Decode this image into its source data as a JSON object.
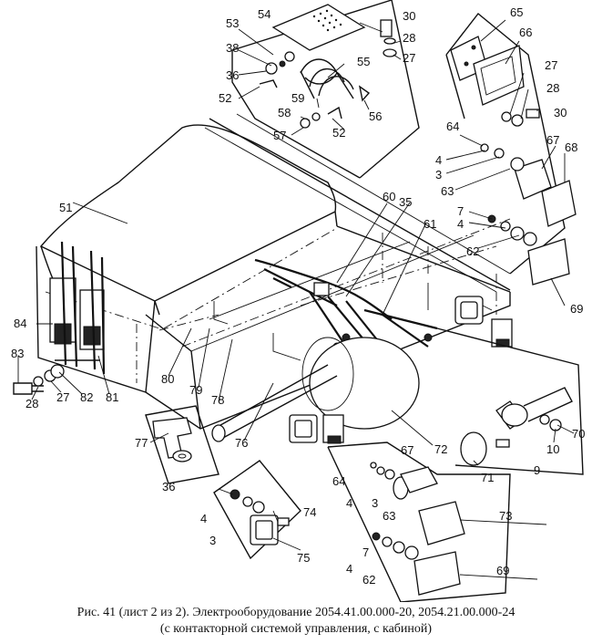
{
  "caption": {
    "line1": "Рис. 41 (лист 2 из 2). Электрооборудование 2054.41.00.000-20, 2054.21.00.000-24",
    "line2": "(с контакторной системой управления, с кабиной)"
  },
  "callouts": [
    "53",
    "54",
    "30",
    "38",
    "28",
    "36",
    "27",
    "55",
    "52",
    "59",
    "58",
    "56",
    "57",
    "52",
    "65",
    "66",
    "27",
    "28",
    "30",
    "64",
    "67",
    "68",
    "4",
    "3",
    "63",
    "51",
    "60",
    "35",
    "7",
    "4",
    "62",
    "61",
    "69",
    "84",
    "83",
    "28",
    "27",
    "82",
    "81",
    "80",
    "79",
    "78",
    "76",
    "72",
    "71",
    "77",
    "36",
    "74",
    "4",
    "3",
    "75",
    "64",
    "4",
    "3",
    "63",
    "67",
    "73",
    "7",
    "4",
    "62",
    "69",
    "10",
    "70",
    "9"
  ]
}
